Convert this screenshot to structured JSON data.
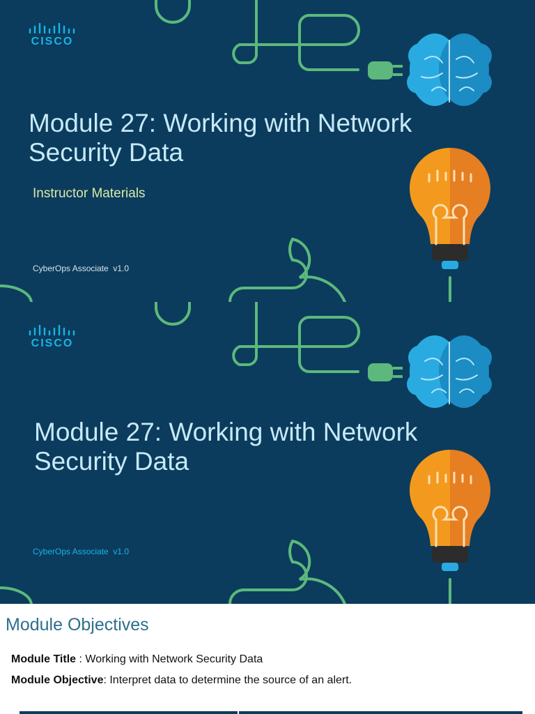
{
  "brand": {
    "logo_text": "CISCO"
  },
  "colors": {
    "slide_bg": "#0b3c5d",
    "accent_cyan": "#19b4e6",
    "line_green": "#5cb87c",
    "bulb_orange": "#f39a1e",
    "heading_blue": "#2e6f8c"
  },
  "slide1": {
    "title": "Module 27: Working with Network Security Data",
    "subtitle": "Instructor Materials",
    "version": "CyberOps Associate  v1.0"
  },
  "slide2": {
    "title": "Module 27: Working with Network Security Data",
    "version": "CyberOps Associate  v1.0"
  },
  "objectives": {
    "heading": "Module Objectives",
    "module_title_label": "Module Title",
    "module_title_value": " : Working with Network Security Data",
    "module_objective_label": "Module Objective",
    "module_objective_value": ": Interpret data to determine the source of an alert."
  },
  "icons": [
    "cisco-logo-icon",
    "plug-icon",
    "brain-icon",
    "lightbulb-icon",
    "circuit-line-icon"
  ]
}
